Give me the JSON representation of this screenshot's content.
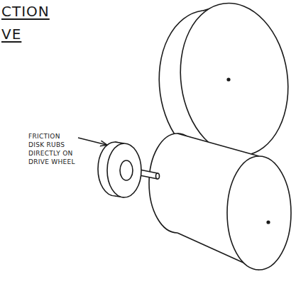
{
  "diagram": {
    "labels": [
      "CTION",
      "VE",
      "FRICTION DISK RUBS DIRECTLY ON DRIVE WHEEL"
    ]
  }
}
